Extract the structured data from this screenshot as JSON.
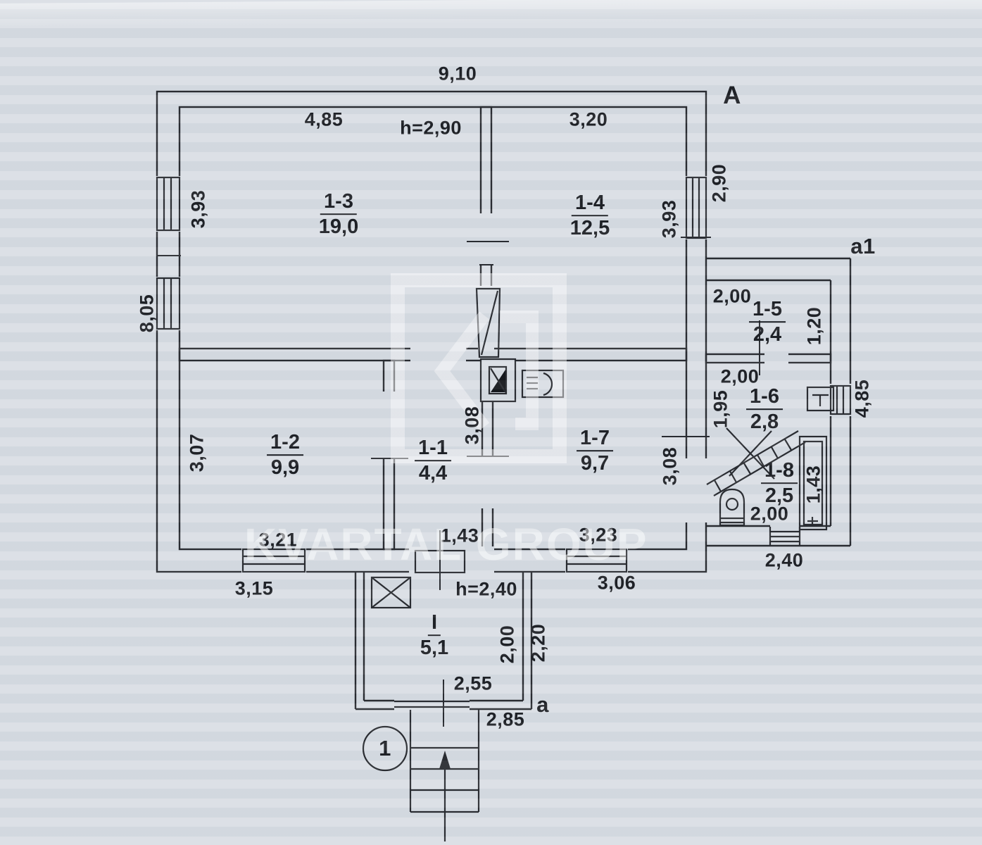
{
  "watermark": {
    "text": "KVARTAL GROUP"
  },
  "markers": {
    "section_main": "A",
    "section_annex": "a1",
    "section_porch": "a",
    "entrance_point": "1"
  },
  "ceiling_heights": {
    "main": "h=2,90",
    "porch": "h=2,40"
  },
  "rooms": [
    {
      "number": "1-3",
      "area": "19,0"
    },
    {
      "number": "1-4",
      "area": "12,5"
    },
    {
      "number": "1-2",
      "area": "9,9"
    },
    {
      "number": "1-1",
      "area": "4,4"
    },
    {
      "number": "1-7",
      "area": "9,7"
    },
    {
      "number": "1-5",
      "area": "2,4"
    },
    {
      "number": "1-6",
      "area": "2,8"
    },
    {
      "number": "1-8",
      "area": "2,5"
    },
    {
      "number": "I",
      "area": "5,1"
    }
  ],
  "dimensions": {
    "overall_width": "9,10",
    "left_height": "8,05",
    "right_offset": "2,90",
    "r13_width": "4,85",
    "r13_depth": "3,93",
    "r14_width": "3,20",
    "r14_depth": "3,93",
    "r12_depth": "3,07",
    "r12_width": "3,21",
    "r12_width_outer": "3,15",
    "r11_depth": "3,08",
    "r11_door": "1,43",
    "r17_width": "3,23",
    "r17_width_outer": "3,06",
    "r17_depth": "3,08",
    "r15_width": "2,00",
    "r15_depth": "1,20",
    "r16_width": "2,00",
    "r16_depth": "1,95",
    "annex_right_height": "4,85",
    "r18_width": "2,00",
    "r18_tray": "1,43",
    "annex_steps": "2,40",
    "porch_inner_depth": "2,00",
    "porch_outer_depth": "2,20",
    "porch_inner_width": "2,55",
    "porch_outer_width": "2,85"
  }
}
